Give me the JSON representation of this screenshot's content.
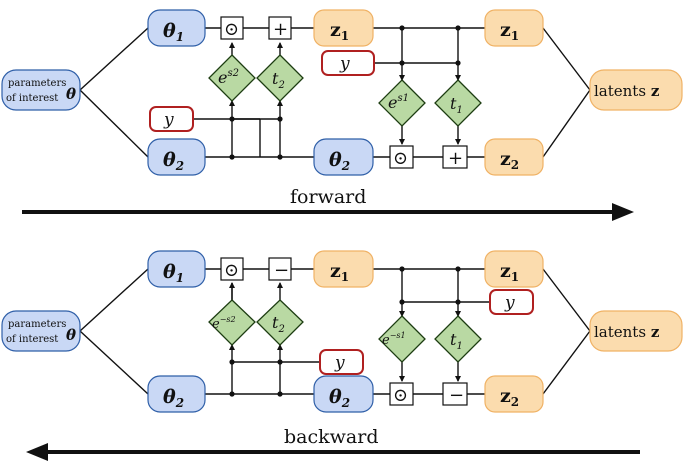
{
  "labels": {
    "theta1": "θ",
    "theta2": "θ",
    "sub1": "1",
    "sub2": "2",
    "z": "z",
    "y": "y",
    "params_line1": "parameters",
    "params_line2": "of interest",
    "params_theta": "θ",
    "latents": "latents",
    "latents_z": "z",
    "forward": "forward",
    "backward": "backward",
    "e": "e",
    "t": "t",
    "exp_s1": "s1",
    "exp_s2": "s2",
    "exp_neg_s1": "−s1",
    "exp_neg_s2": "−s2",
    "op_mul": "⊙",
    "op_add": "+",
    "op_sub": "−"
  },
  "colors": {
    "blue_fill": "#c9d8f5",
    "blue_stroke": "#2f5fa8",
    "orange_fill": "#fbdcae",
    "orange_stroke": "#f0b265",
    "y_stroke": "#b02020",
    "diamond_fill": "#b9d9a3"
  }
}
